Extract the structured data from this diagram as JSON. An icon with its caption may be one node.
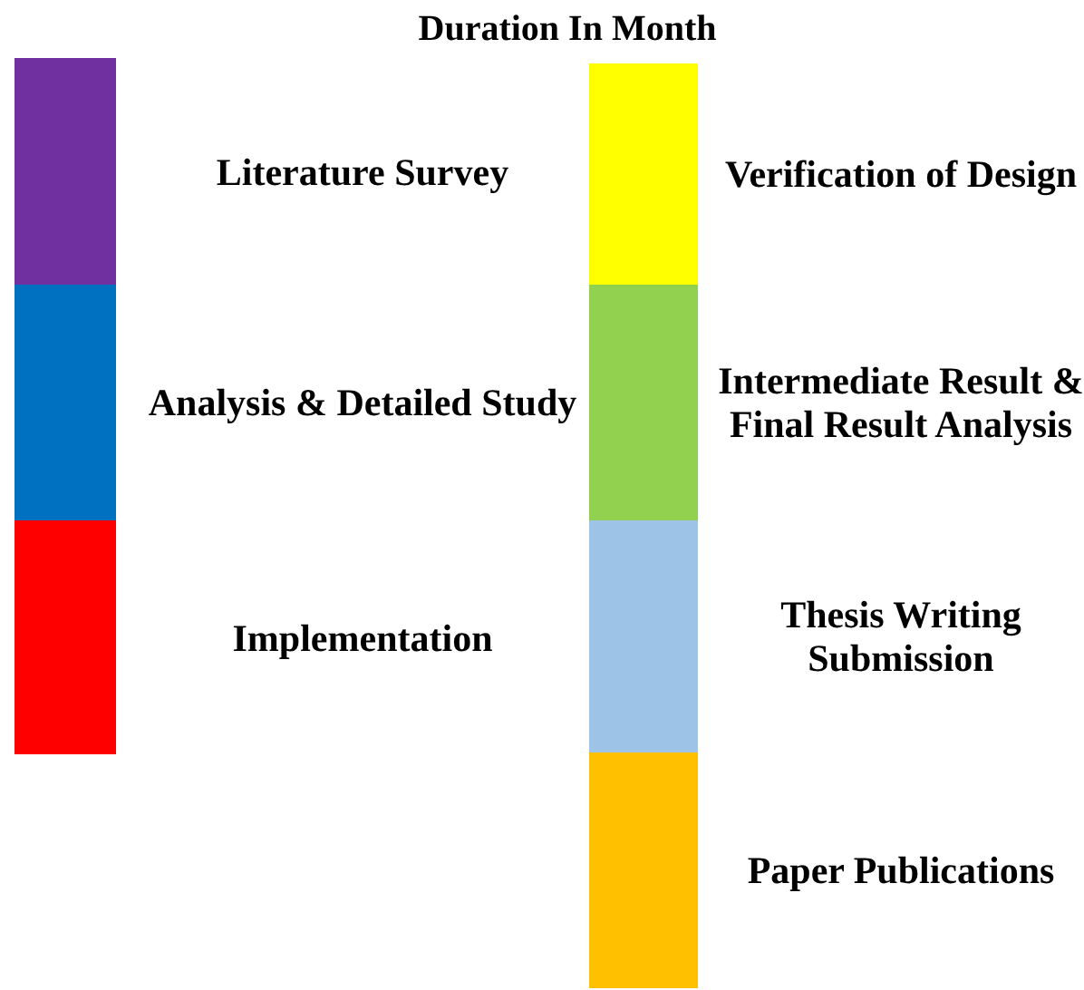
{
  "diagram": {
    "title": "Duration In Month",
    "legend": [
      {
        "text": "Literature Survey",
        "color": "#7030a0"
      },
      {
        "text": "Analysis & Detailed Study",
        "color": "#0070c0"
      },
      {
        "text": "Implementation",
        "color": "#ff0000"
      },
      {
        "text": "Verification of Design",
        "color": "#ffff00"
      },
      {
        "text": "Intermediate Result & Final Result Analysis",
        "color": "#92d050"
      },
      {
        "text": "Thesis Writing Submission",
        "color": "#9dc3e6"
      },
      {
        "text": "Paper Publications",
        "color": "#ffc000"
      }
    ]
  }
}
